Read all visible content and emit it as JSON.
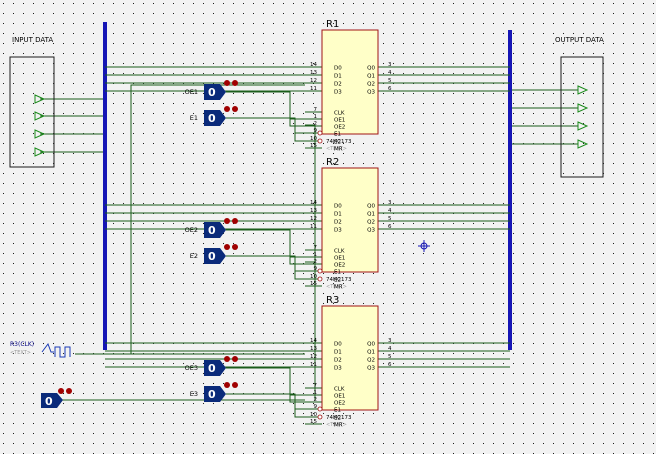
{
  "labels": {
    "input_data": "INPUT DATA",
    "output_data": "OUTPUT DATA",
    "clock": "R3(CLK)",
    "text_placeholder": "<TEXT>"
  },
  "chips": [
    {
      "name": "R1",
      "part": "74HC173",
      "oe": "OE1",
      "e": "E1"
    },
    {
      "name": "R2",
      "part": "74HC173",
      "oe": "OE2",
      "e": "E2"
    },
    {
      "name": "R3",
      "part": "74HC173",
      "oe": "OE3",
      "e": "E3"
    }
  ],
  "chip_left_pins": [
    {
      "num": "14",
      "label": "D0"
    },
    {
      "num": "13",
      "label": "D1"
    },
    {
      "num": "12",
      "label": "D2"
    },
    {
      "num": "11",
      "label": "D3"
    },
    {
      "num": "7",
      "label": "CLK"
    },
    {
      "num": "1",
      "label": "OE1"
    },
    {
      "num": "2",
      "label": "OE2"
    },
    {
      "num": "9",
      "label": "E1"
    },
    {
      "num": "10",
      "label": "E2"
    },
    {
      "num": "15",
      "label": "MR"
    }
  ],
  "chip_right_pins": [
    {
      "num": "3",
      "label": "Q0"
    },
    {
      "num": "4",
      "label": "Q1"
    },
    {
      "num": "5",
      "label": "Q2"
    },
    {
      "num": "6",
      "label": "Q3"
    }
  ],
  "logic_state_value": "0",
  "colors": {
    "background": "#f2f2f2",
    "grid_dot": "#1a1a1a",
    "wire": "#1a5c1a",
    "bus": "#1515b5",
    "chip_fill": "#ffffc8",
    "chip_border": "#a01414",
    "pin_text": "#000080",
    "probe": "#0a2a7a",
    "led": "#a00000"
  }
}
